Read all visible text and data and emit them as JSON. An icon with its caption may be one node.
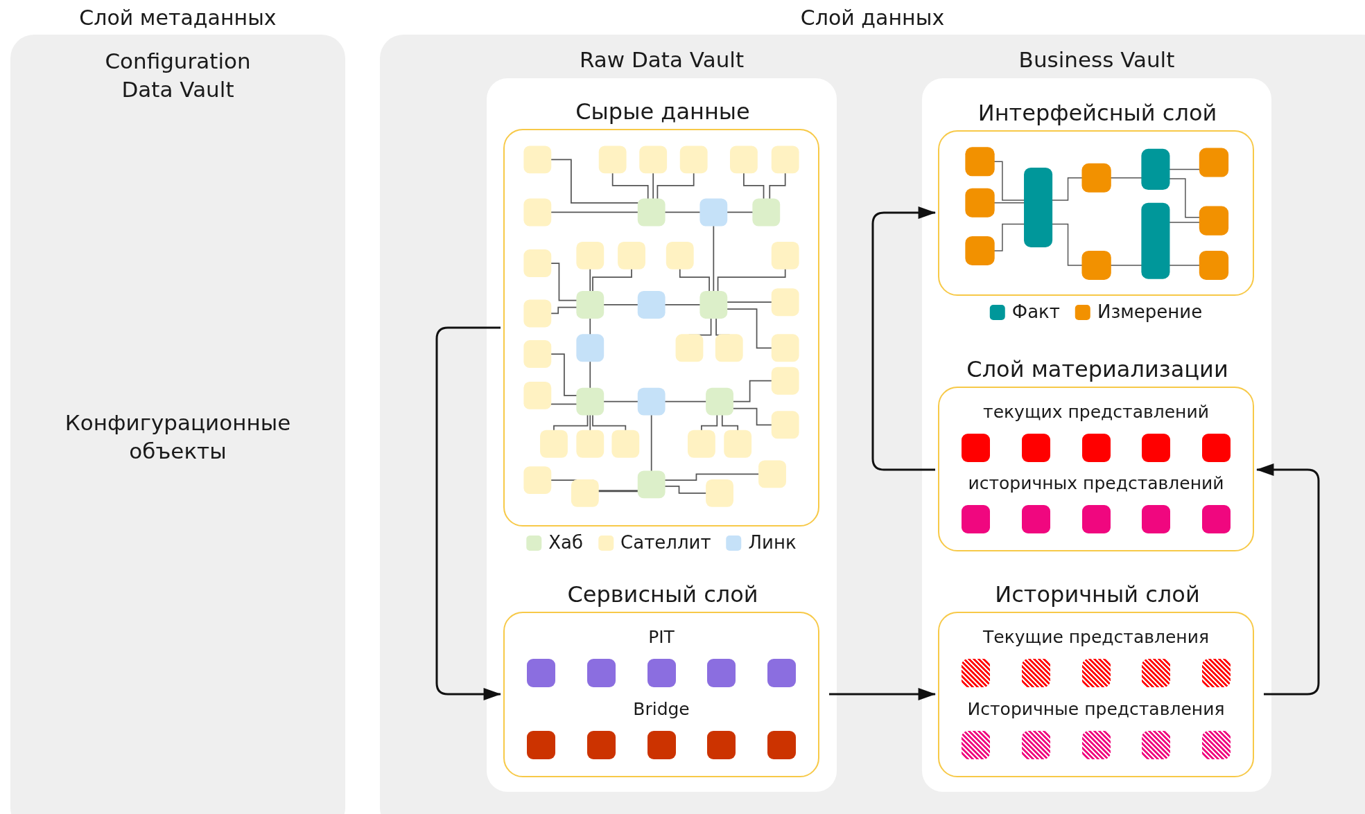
{
  "diagram": {
    "nodes": [
      {
        "text": [
          "Слой метаданных",
          "Configuration Data Vault",
          "Конфигурационные объекты"
        ]
      },
      {
        "text": [
          "Слой данных"
        ]
      },
      {
        "text": [
          "Raw Data Vault"
        ],
        "in": 1
      },
      {
        "text": [
          "Сырые данные"
        ],
        "in": 2
      },
      {
        "text": [
          "Сервисный слой",
          "PIT",
          "Bridge"
        ],
        "in": 2
      },
      {
        "text": [
          "Business Vault"
        ],
        "in": 1
      },
      {
        "text": [
          "Интерфейсный слой"
        ],
        "in": 5
      },
      {
        "text": [
          "Слой материализации",
          "текущих представлений",
          "историчных представлений"
        ],
        "in": 5
      },
      {
        "text": [
          "Историчный слой",
          "Текущие представления",
          "Историчные представления"
        ],
        "in": 5
      }
    ],
    "edges": [
      {
        "from": 3,
        "to": 4,
        "arrow": "to"
      },
      {
        "from": 4,
        "to": 8,
        "arrow": "to"
      },
      {
        "from": 8,
        "to": 7,
        "arrow": "to"
      },
      {
        "from": 7,
        "to": 6,
        "arrow": "to"
      }
    ],
    "legend": [
      {
        "text": "Хаб",
        "color": "#dcefc9"
      },
      {
        "text": "Сателлит",
        "color": "#fff2c2"
      },
      {
        "text": "Линк",
        "color": "#c5e1f8"
      },
      {
        "text": "Факт",
        "color": "#00979a"
      },
      {
        "text": "Измерение",
        "color": "#f29100"
      }
    ]
  }
}
